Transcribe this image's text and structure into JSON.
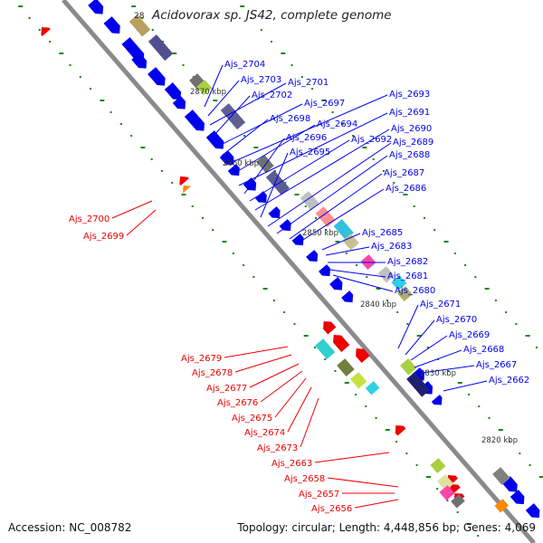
{
  "title": "Acidovorax sp. JS42, complete genome",
  "clipped_label": "28",
  "footer": {
    "accession": "Accession: NC_008782",
    "topology": "Topology: circular; Length: 4,448,856 bp; Genes: 4,069"
  },
  "colors": {
    "forward_gene": "#0000ee",
    "reverse_gene": "#ee0000",
    "backbone": "#888888",
    "gc_marker": "#118811"
  },
  "kbp_ticks": [
    "2870 kbp",
    "2860 kbp",
    "2850 kbp",
    "2840 kbp",
    "2830 kbp",
    "2820 kbp"
  ],
  "forward_labels": [
    "Ajs_2704",
    "Ajs_2703",
    "Ajs_2701",
    "Ajs_2702",
    "Ajs_2697",
    "Ajs_2698",
    "Ajs_2693",
    "Ajs_2694",
    "Ajs_2691",
    "Ajs_2696",
    "Ajs_2692",
    "Ajs_2690",
    "Ajs_2695",
    "Ajs_2689",
    "Ajs_2688",
    "Ajs_2687",
    "Ajs_2686",
    "Ajs_2685",
    "Ajs_2683",
    "Ajs_2682",
    "Ajs_2681",
    "Ajs_2680",
    "Ajs_2671",
    "Ajs_2670",
    "Ajs_2669",
    "Ajs_2668",
    "Ajs_2667",
    "Ajs_2662"
  ],
  "reverse_labels": [
    "Ajs_2700",
    "Ajs_2699",
    "Ajs_2679",
    "Ajs_2678",
    "Ajs_2677",
    "Ajs_2676",
    "Ajs_2675",
    "Ajs_2674",
    "Ajs_2673",
    "Ajs_2663",
    "Ajs_2658",
    "Ajs_2657",
    "Ajs_2656"
  ]
}
